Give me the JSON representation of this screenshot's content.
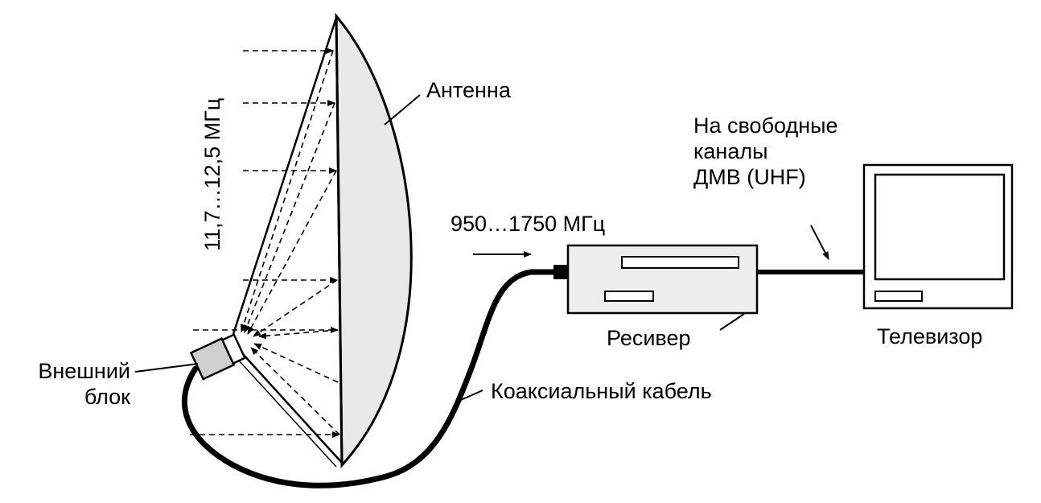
{
  "labels": {
    "antenna": "Антенна",
    "frequency_band": "11,7…12,5 МГц",
    "ir_frequency": "950…1750 МГц",
    "outdoor_unit_line1": "Внешний",
    "outdoor_unit_line2": "блок",
    "coax_cable": "Коаксиальный кабель",
    "receiver": "Ресивер",
    "uhf_line1": "На свободные",
    "uhf_line2": "каналы",
    "uhf_line3": "ДМВ (UHF)",
    "tv": "Телевизор"
  },
  "colors": {
    "ink": "#000000",
    "paper": "#ffffff",
    "dish_fill": "#e9e9e9",
    "receiver_fill": "#eeeeee",
    "block_fill": "#cfcfcf"
  }
}
